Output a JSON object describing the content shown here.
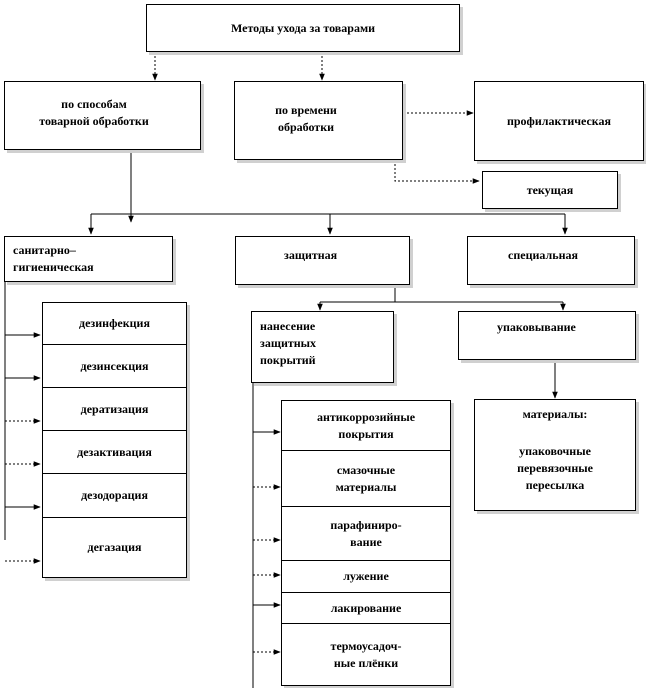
{
  "root": "Методы ухода за товарами",
  "branch_processing": "по способам\nтоварной обработки",
  "branch_time": "по времени\nобработки",
  "time_prophylactic": "профилактическая",
  "time_current": "текущая",
  "sanitary": "санитарно–\nгигиеническая",
  "protective": "защитная",
  "special": "специальная",
  "sanitary_items": [
    "дезинфекция",
    "дезинсекция",
    "дератизация",
    "дезактивация",
    "дезодорация",
    "дегазация"
  ],
  "coating": "нанесение\nзащитных\nпокрытий",
  "packaging": "упаковывание",
  "coating_items": [
    "антикоррозийные\nпокрытия",
    "смазочные\nматериалы",
    "парафиниро-\nвание",
    "лужение",
    "лакирование",
    "термоусадоч-\nные плёнки"
  ],
  "materials_title": "материалы:",
  "materials_items": "упаковочные\nперевязочные\nпересылка"
}
